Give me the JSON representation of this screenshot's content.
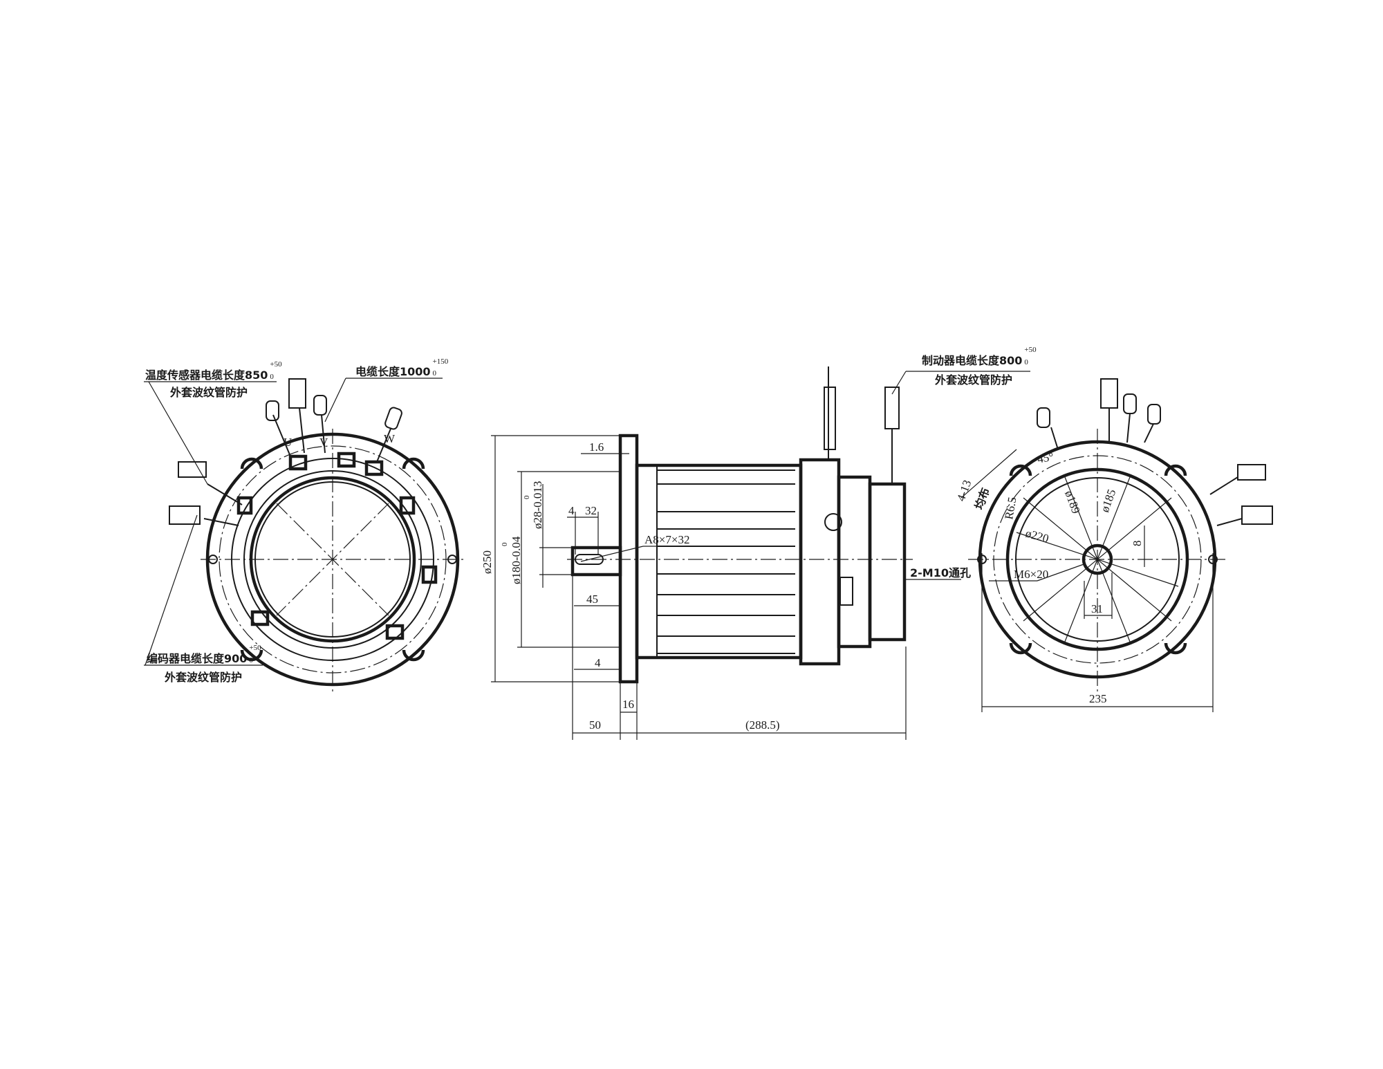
{
  "left_view": {
    "temp_sensor_cable": "温度传感器电缆长度850",
    "temp_tol_upper": "+50",
    "temp_tol_lower": "0",
    "temp_protection": "外套波纹管防护",
    "cable_length": "电缆长度1000",
    "cable_tol_upper": "+150",
    "cable_tol_lower": "0",
    "encoder_cable": "编码器电缆长度900",
    "encoder_tol_upper": "+50",
    "encoder_tol_lower": "0",
    "encoder_protection": "外套波纹管防护",
    "phase_labels": [
      "U",
      "V",
      "W"
    ]
  },
  "side_view": {
    "dim_flange_thickness": "1.6",
    "dim_key_offset": "4",
    "dim_key_length": "32",
    "key_spec": "A8×7×32",
    "dim_outer_dia": "ø250",
    "dim_spigot_dia": "ø180-0.04",
    "spigot_tol_upper": "0",
    "dim_shaft_dia": "ø28-0.013",
    "shaft_tol_upper": "0",
    "dim_shaft_length": "45",
    "dim_spigot_depth": "4",
    "dim_flange_width": "16",
    "dim_shaft_ext": "50",
    "dim_body_length": "(288.5)",
    "mount_holes": "2-M10通孔",
    "brake_cable": "制动器电缆长度800",
    "brake_tol_upper": "+50",
    "brake_tol_lower": "0",
    "brake_protection": "外套波纹管防护"
  },
  "right_view": {
    "angle": "45°",
    "holes_count": "4-13",
    "holes_even": "均布",
    "radius": "R6.5",
    "dia_189": "ø189",
    "dia_185": "ø185",
    "dia_220": "ø220",
    "thread": "M6×20",
    "key_width": "8",
    "shaft_height": "31",
    "pcd_width": "235"
  }
}
